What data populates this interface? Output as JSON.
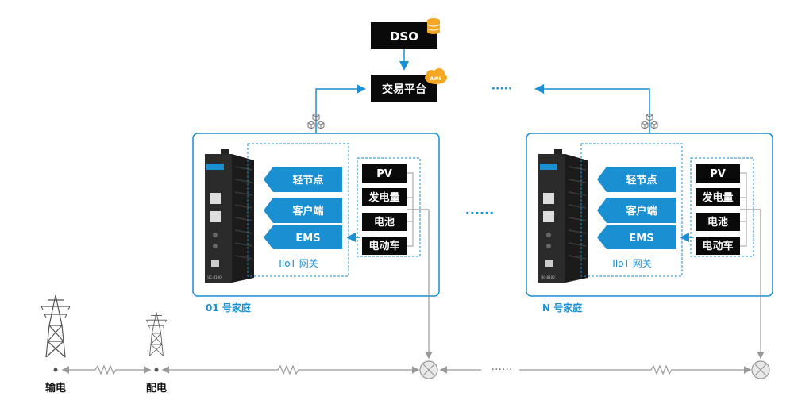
{
  "top": {
    "dso_label": "DSO",
    "platform_label": "交易平台",
    "aws_label": "AWS",
    "top_dots": "·····",
    "mid_dots": "······",
    "bottom_dots": "······"
  },
  "houses": [
    {
      "caption": "01 号家庭",
      "gateway_label": "IIoT 网关",
      "gateway_items": [
        "轻节点",
        "客户端",
        "EMS"
      ],
      "devices": [
        "PV",
        "发电量",
        "电池",
        "电动车"
      ],
      "device_model": "UC-8100"
    },
    {
      "caption": "N 号家庭",
      "gateway_label": "IIoT 网关",
      "gateway_items": [
        "轻节点",
        "客户端",
        "EMS"
      ],
      "devices": [
        "PV",
        "发电量",
        "电池",
        "电动车"
      ],
      "device_model": "UC-8100"
    }
  ],
  "grid": {
    "transmission_label": "输电",
    "distribution_label": "配电"
  },
  "colors": {
    "accent": "#1a8fd1",
    "dark": "#0a0a0a",
    "line": "#999999"
  }
}
